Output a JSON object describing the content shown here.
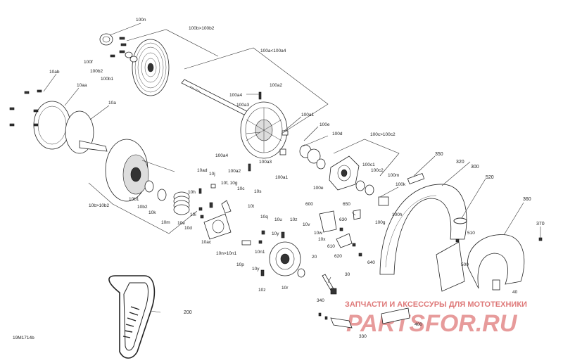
{
  "diagram_code": "19M1714b",
  "watermark": {
    "top_text": "ЗАПЧАСТИ И АКСЕССУРЫ ДЛЯ МОТОТЕХНИКИ",
    "brand": "PARTSFOR.RU",
    "color": "#d44b4b"
  },
  "callouts": {
    "c100n": "100n",
    "c100b100b2": "100b>100b2",
    "c100a100a4": "100a<100a4",
    "c100f": "100f",
    "c100b2": "100b2",
    "c100b1": "100b1",
    "c10ab": "10ab",
    "c10aa": "10aa",
    "c10a": "10a",
    "c100a4": "100a4",
    "c100a2": "100a2",
    "c100a3": "100a3",
    "c100a1_top": "100a1",
    "c100e_top": "100e",
    "c100d": "100d",
    "c100c100c2": "100c>100c2",
    "c100a4_b": "100a4",
    "c100a3_b": "100a3",
    "c100a2_b": "100a2",
    "c100a1_b": "100a1",
    "c100c1": "100c1",
    "c100c2": "100c2",
    "c100e_b": "100e",
    "c100m": "100m",
    "c100k": "100k",
    "c100g": "100g",
    "c100h": "100h",
    "c350": "350",
    "c320": "320",
    "c300": "300",
    "c520": "520",
    "c360": "360",
    "c370": "370",
    "c10ad": "10ad",
    "c10j": "10j",
    "c10f10g": "10f, 10g",
    "c10c": "10c",
    "c10s": "10s",
    "c10b10b2": "10b>10b2",
    "c10b1": "10b1",
    "c10b2": "10b2",
    "c10k": "10k",
    "c10h": "10h",
    "c10m": "10m",
    "c10i": "10i",
    "c10e": "10e",
    "c10d": "10d",
    "c10t": "10t",
    "c10q": "10q",
    "c10u": "10u",
    "c10z_top": "10z",
    "c10v": "10v",
    "c10w": "10w",
    "c10x": "10x",
    "c10y_top": "10y",
    "c10ac": "10ac",
    "c10n10n1": "10n>10n1",
    "c10n1": "10n1",
    "c10p": "10p",
    "c10y_b": "10y",
    "c10z_b": "10z",
    "c10r": "10r",
    "c20": "20",
    "c30": "30",
    "c600": "600",
    "c650": "650",
    "c630": "630",
    "c610": "610",
    "c620": "620",
    "c640": "640",
    "c510": "510",
    "c500": "500",
    "c40": "40",
    "c400": "400",
    "c200": "200",
    "c340": "340",
    "c330": "330"
  }
}
